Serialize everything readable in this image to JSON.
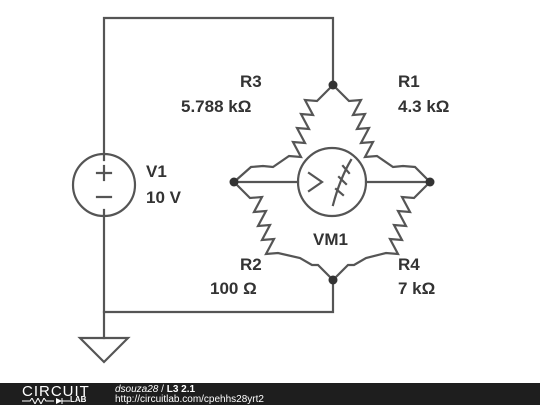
{
  "components": {
    "v1": {
      "name": "V1",
      "value": "10 V"
    },
    "r1": {
      "name": "R1",
      "value": "4.3 kΩ"
    },
    "r2": {
      "name": "R2",
      "value": "100 Ω"
    },
    "r3": {
      "name": "R3",
      "value": "5.788 kΩ"
    },
    "r4": {
      "name": "R4",
      "value": "7 kΩ"
    },
    "vm1": {
      "name": "VM1"
    }
  },
  "footer": {
    "logo_top": "CIRCUIT",
    "logo_bottom": "LAB",
    "user": "dsouza28",
    "separator": " / ",
    "circuit_name": "L3 2.1",
    "url": "http://circuitlab.com/cpehhs28yrt2"
  },
  "colors": {
    "wire": "#555555",
    "text": "#333333",
    "footer_bg": "#1e1e1e"
  }
}
